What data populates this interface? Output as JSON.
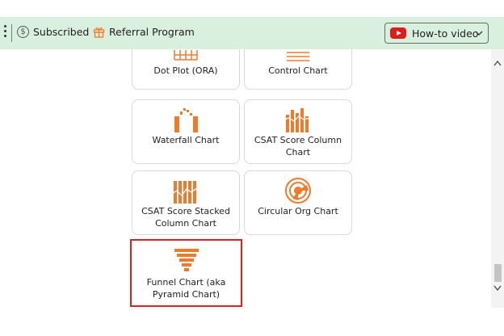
{
  "toolbar": {
    "subscribed_label": "Subscribed",
    "dollar_symbol": "$",
    "referral_label": "Referral Program",
    "howto_label": "How-to video"
  },
  "charts": [
    {
      "label_line1": "Dot Plot (ORA)",
      "label_line2": ""
    },
    {
      "label_line1": "Control Chart",
      "label_line2": ""
    },
    {
      "label_line1": "Waterfall Chart",
      "label_line2": ""
    },
    {
      "label_line1": "CSAT Score Column",
      "label_line2": "Chart"
    },
    {
      "label_line1": "CSAT Score Stacked",
      "label_line2": "Column Chart"
    },
    {
      "label_line1": "Circular Org Chart",
      "label_line2": ""
    },
    {
      "label_line1": "Funnel Chart (aka",
      "label_line2": "Pyramid Chart)"
    }
  ],
  "colors": {
    "accent": "#f07a2a",
    "toolbar_bg": "#daf0de",
    "selected_border": "#e02020"
  }
}
